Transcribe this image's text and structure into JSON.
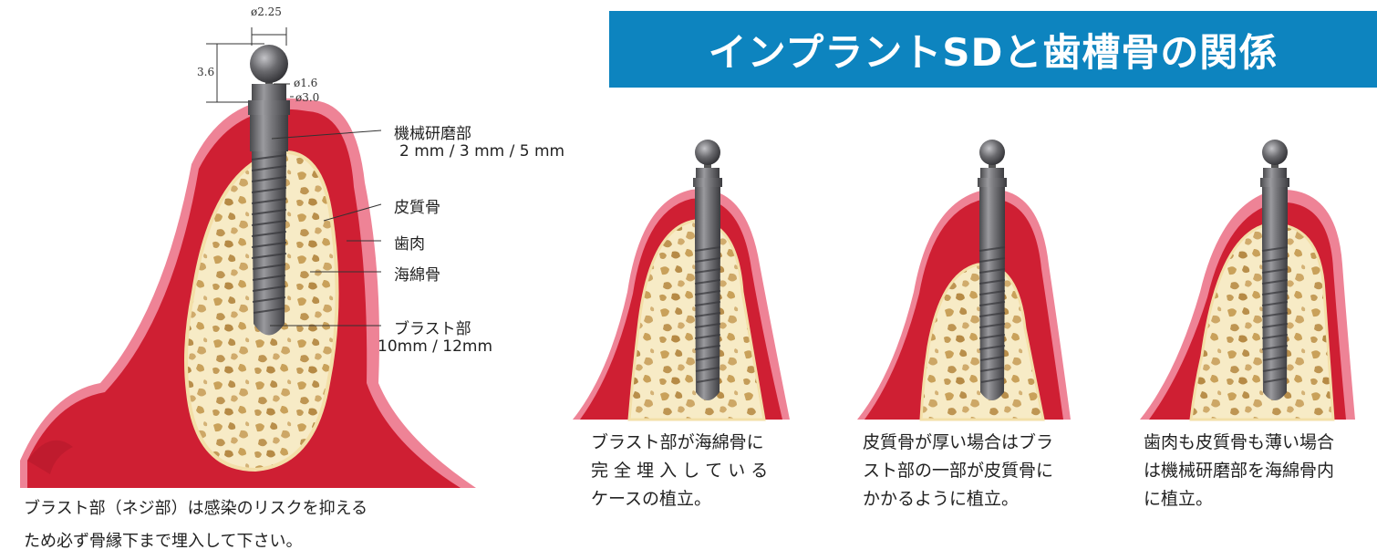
{
  "title": "インプラントSDと歯槽骨の関係",
  "dimensions": {
    "top_width": "ø2.25",
    "height": "3.6",
    "neck": "ø1.6",
    "collar": "ø3.0"
  },
  "labels": {
    "machined": "機械研磨部",
    "machined_sizes": "2 mm / 3 mm / 5 mm",
    "cortical": "皮質骨",
    "gum": "歯肉",
    "cancellous": "海綿骨",
    "blast": "ブラスト部",
    "blast_sizes": "10mm / 12mm"
  },
  "bottom_note": {
    "line1": "ブラスト部（ネジ部）は感染のリスクを抑える",
    "line2": "ため必ず骨縁下まで埋入して下さい。"
  },
  "cases": [
    {
      "lines": [
        "ブラスト部が海綿骨に",
        "完 全 埋 入 し て い る",
        "ケースの植立。"
      ]
    },
    {
      "lines": [
        "皮質骨が厚い場合はブラ",
        "スト部の一部が皮質骨に",
        "かかるように植立。"
      ]
    },
    {
      "lines": [
        "歯肉も皮質骨も薄い場合",
        "は機械研磨部を海綿骨内",
        "に植立。"
      ]
    }
  ],
  "colors": {
    "title_bg": "#0d84bf",
    "gum_outer": "#ee8396",
    "cortical": "#cf1f33",
    "cancellous": "#f7ebc6",
    "pore": "#c9a15a",
    "implant": "#6f6f72"
  }
}
